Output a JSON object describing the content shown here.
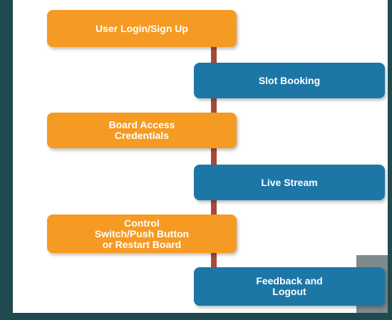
{
  "steps": [
    {
      "label": "User Login/Sign Up",
      "color": "#f59a22"
    },
    {
      "label": "Slot Booking",
      "color": "#1c76a6"
    },
    {
      "label": "Board Access\nCredentials",
      "color": "#f59a22"
    },
    {
      "label": "Live Stream",
      "color": "#1c76a6"
    },
    {
      "label": "Control\nSwitch/Push Button\nor Restart Board",
      "color": "#f59a22"
    },
    {
      "label": "Feedback and\nLogout",
      "color": "#1c76a6"
    }
  ]
}
